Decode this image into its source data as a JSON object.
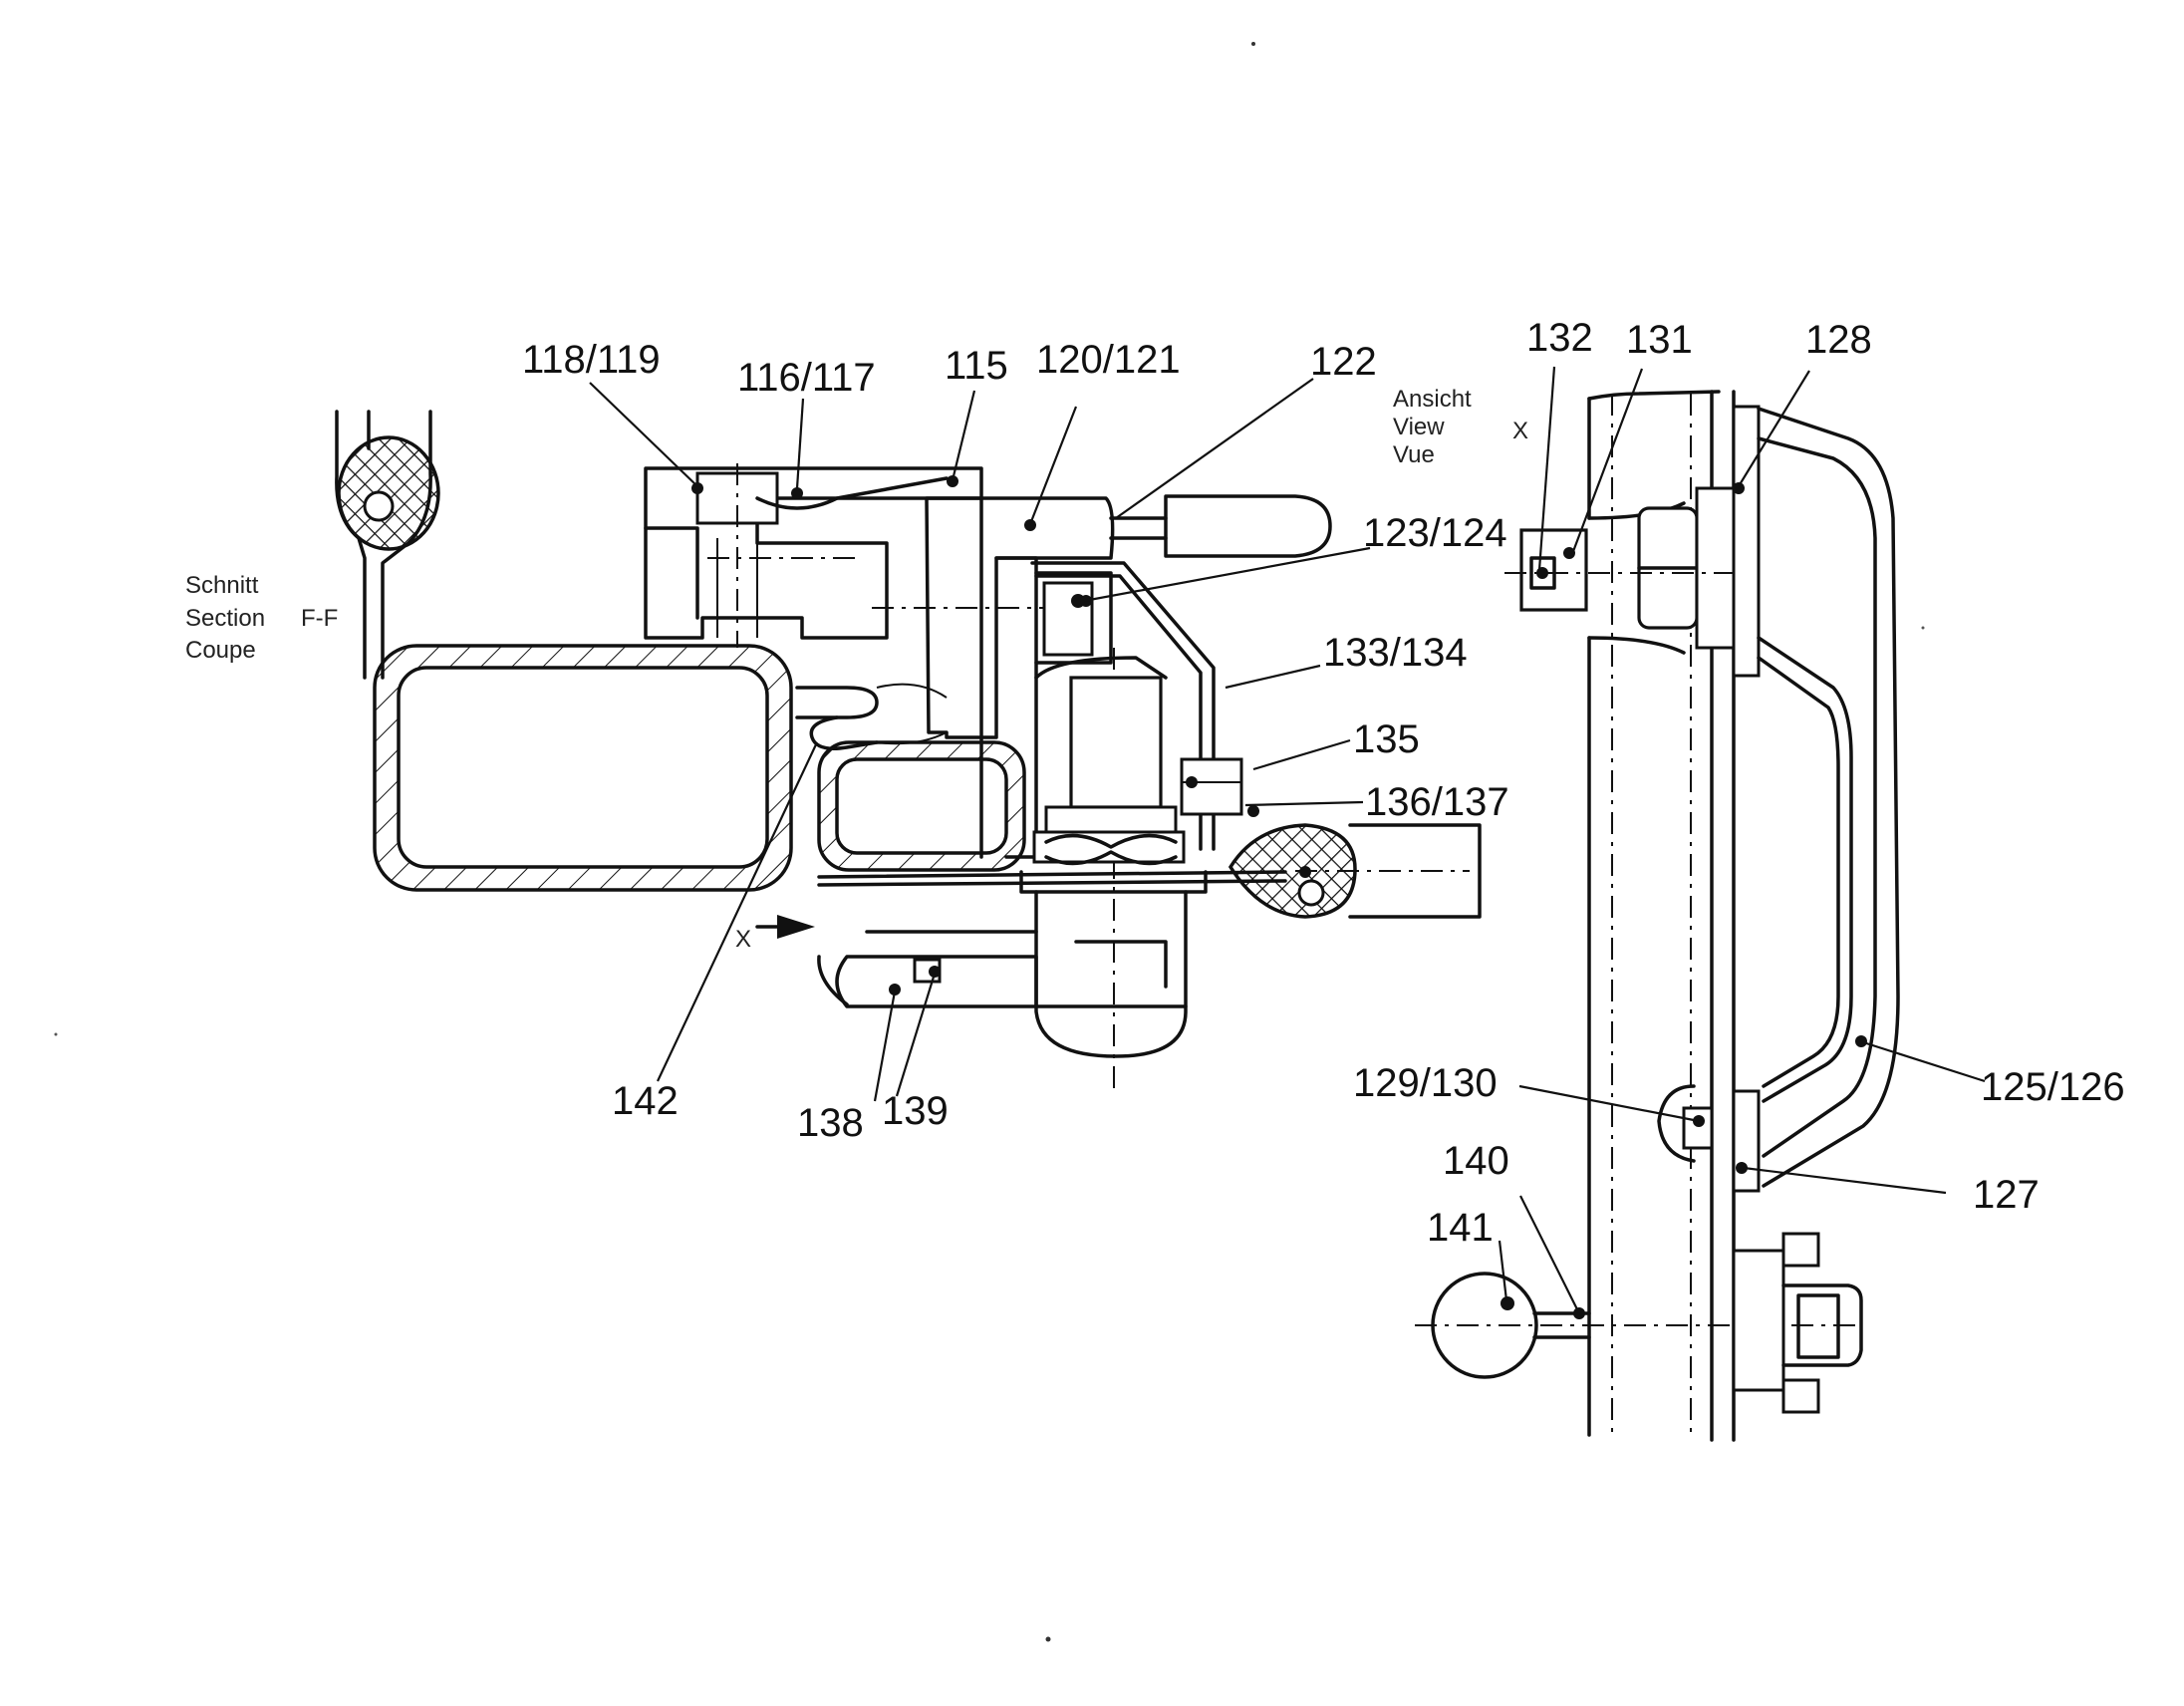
{
  "diagram": {
    "section_caption": [
      "Schnitt",
      "Section",
      "Coupe"
    ],
    "section_mark": "F-F",
    "view_caption": [
      "Ansicht",
      "View",
      "Vue"
    ],
    "view_mark": "X",
    "arrow_mark": "X",
    "callouts": {
      "c115": "115",
      "c116_117": "116/117",
      "c118_119": "118/119",
      "c120_121": "120/121",
      "c122": "122",
      "c123_124": "123/124",
      "c125_126": "125/126",
      "c127": "127",
      "c128": "128",
      "c129_130": "129/130",
      "c131": "131",
      "c132": "132",
      "c133_134": "133/134",
      "c135": "135",
      "c136_137": "136/137",
      "c138": "138",
      "c139": "139",
      "c140": "140",
      "c141": "141",
      "c142": "142"
    }
  }
}
